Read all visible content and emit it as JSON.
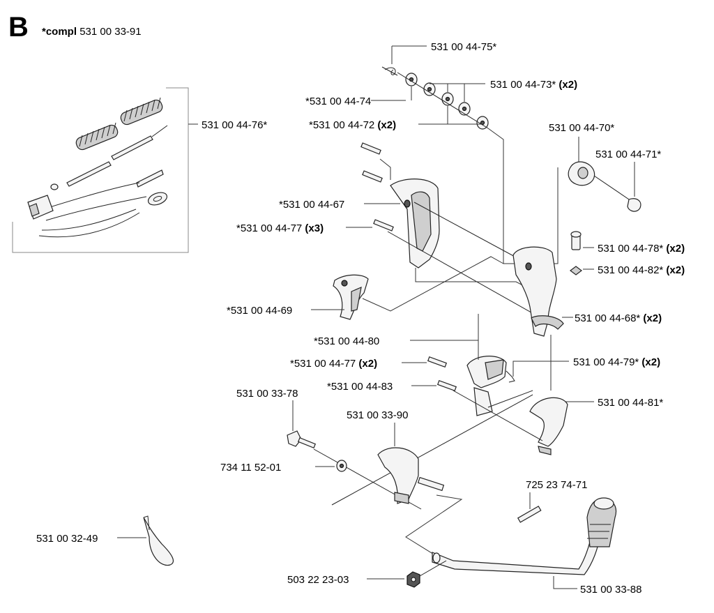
{
  "header": {
    "letter": "B",
    "compl_prefix": "*compl",
    "compl_number": "531 00 33-91"
  },
  "labels": {
    "p_44_76": "531 00 44-76*",
    "p_44_75": "531 00 44-75*",
    "p_44_73": "531 00 44-73*",
    "p_44_74": "*531 00 44-74",
    "p_44_72": "*531 00 44-72",
    "p_44_70": "531 00 44-70*",
    "p_44_71": "531 00 44-71*",
    "p_44_67": "*531 00 44-67",
    "p_44_77a": "*531 00 44-77",
    "p_44_78": "531 00 44-78*",
    "p_44_82": "531 00 44-82*",
    "p_44_69": "*531 00 44-69",
    "p_44_68": "531 00 44-68*",
    "p_44_80": "*531 00 44-80",
    "p_44_77b": "*531 00 44-77",
    "p_44_79": "531 00 44-79*",
    "p_44_83": "*531 00 44-83",
    "p_44_81": "531 00 44-81*",
    "p_33_78": "531 00 33-78",
    "p_33_90": "531 00 33-90",
    "p_11_52": "734 11 52-01",
    "p_23_74": "725 23 74-71",
    "p_32_49": "531 00 32-49",
    "p_22_23": "503 22 23-03",
    "p_33_88": "531 00 33-88"
  },
  "quantities": {
    "q_44_73": "(x2)",
    "q_44_72": "(x2)",
    "q_44_77a": "(x3)",
    "q_44_78": "(x2)",
    "q_44_82": "(x2)",
    "q_44_68": "(x2)",
    "q_44_77b": "(x2)",
    "q_44_79": "(x2)"
  }
}
